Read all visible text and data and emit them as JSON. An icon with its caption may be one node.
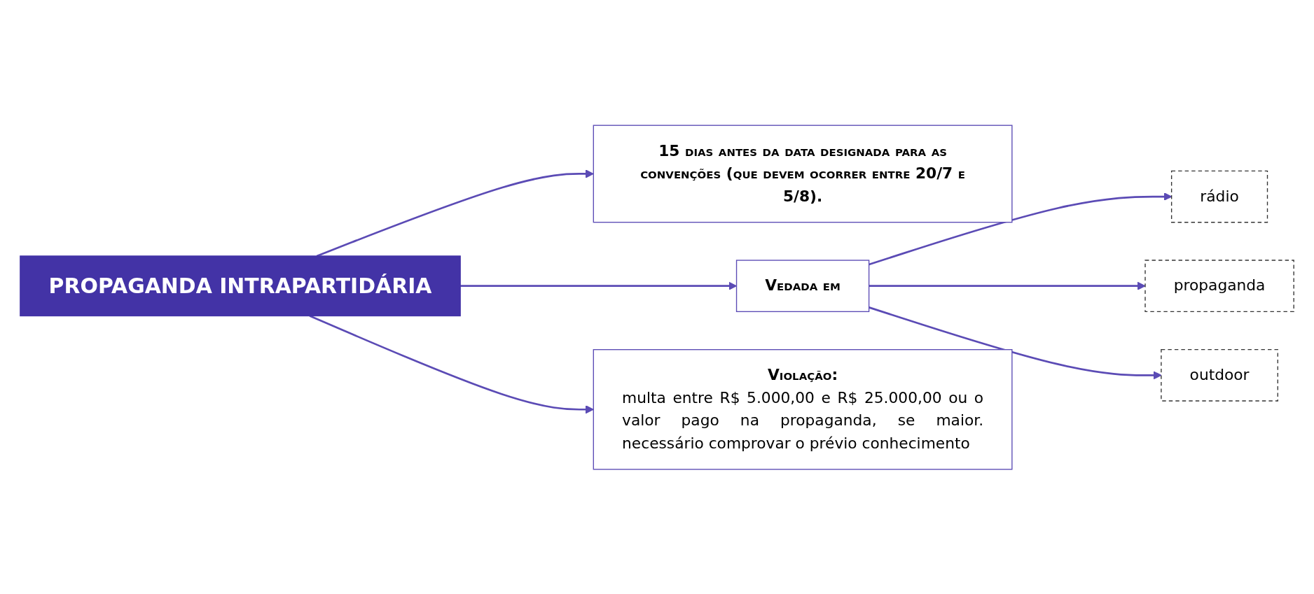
{
  "diagram": {
    "nodes": [
      {
        "text": [
          "PROPAGANDA INTRAPARTIDÁRIA"
        ]
      },
      {
        "text": [
          "15 dias antes da data designada para as convenções (que devem ocorrer entre 20/7 e 5/8)."
        ]
      },
      {
        "text": [
          "Vedada em"
        ]
      },
      {
        "text": [
          "rádio"
        ]
      },
      {
        "text": [
          "propaganda"
        ]
      },
      {
        "text": [
          "outdoor"
        ]
      },
      {
        "text": [
          "Violação:",
          "multa entre R$ 5.000,00 e R$ 25.000,00 ou o valor pago na propaganda, se maior. necessário comprovar o prévio conhecimento"
        ]
      }
    ],
    "edges": [
      {
        "from": 0,
        "to": 1,
        "arrow": "to"
      },
      {
        "from": 0,
        "to": 2,
        "arrow": "to"
      },
      {
        "from": 0,
        "to": 6,
        "arrow": "to"
      },
      {
        "from": 2,
        "to": 3,
        "arrow": "to"
      },
      {
        "from": 2,
        "to": 4,
        "arrow": "to"
      },
      {
        "from": 2,
        "to": 5,
        "arrow": "to"
      }
    ]
  }
}
